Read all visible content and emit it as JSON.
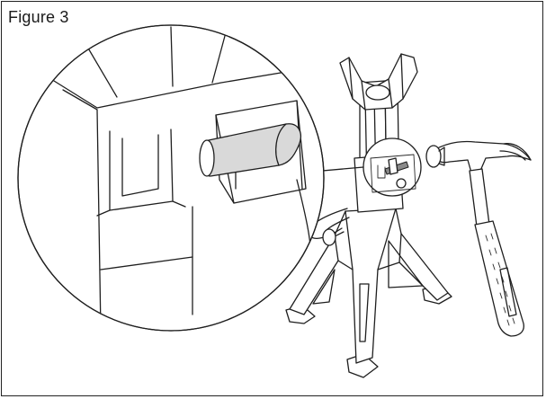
{
  "figure": {
    "title": "Figure 3"
  },
  "illustration": {
    "objects": [
      "jack-stand",
      "locking-pin",
      "claw-hammer",
      "magnified-detail-circle"
    ],
    "colors": {
      "line": "#1f1f1f",
      "shade": "#d9d9d9",
      "pin_shade": "#8a8a8a",
      "background": "#ffffff"
    }
  }
}
